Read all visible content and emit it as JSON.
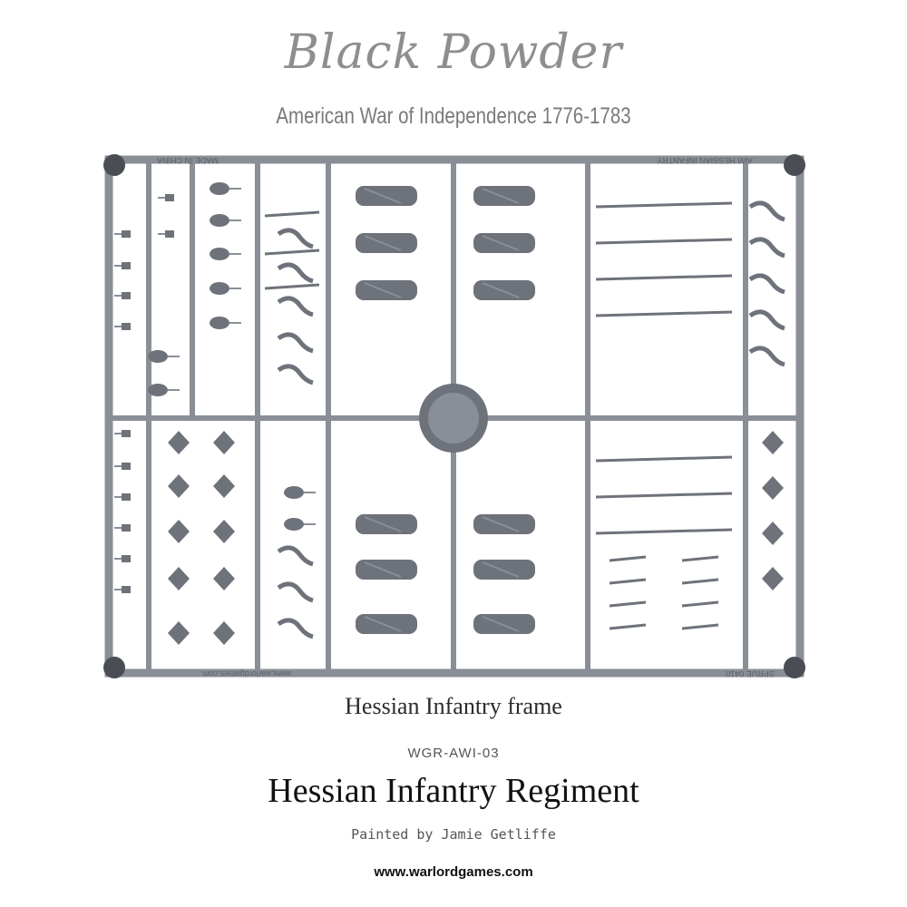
{
  "brand": {
    "logo_text": "Black Powder"
  },
  "subtitle": "American War of Independence 1776-1783",
  "sprue": {
    "color": "#8a8e96",
    "shade": "#6e727a",
    "molded_text_top_left": "MADE IN CHINA",
    "molded_text_top_right": "AWI HESSIAN INFANTRY",
    "molded_text_bottom_left": "www.warlordgames.com",
    "molded_text_bottom_right": "SPRUE 0410"
  },
  "frame_caption": "Hessian Infantry frame",
  "product_code": "WGR-AWI-03",
  "product_name": "Hessian Infantry Regiment",
  "credit": "Painted by Jamie Getliffe",
  "website": "www.warlordgames.com"
}
